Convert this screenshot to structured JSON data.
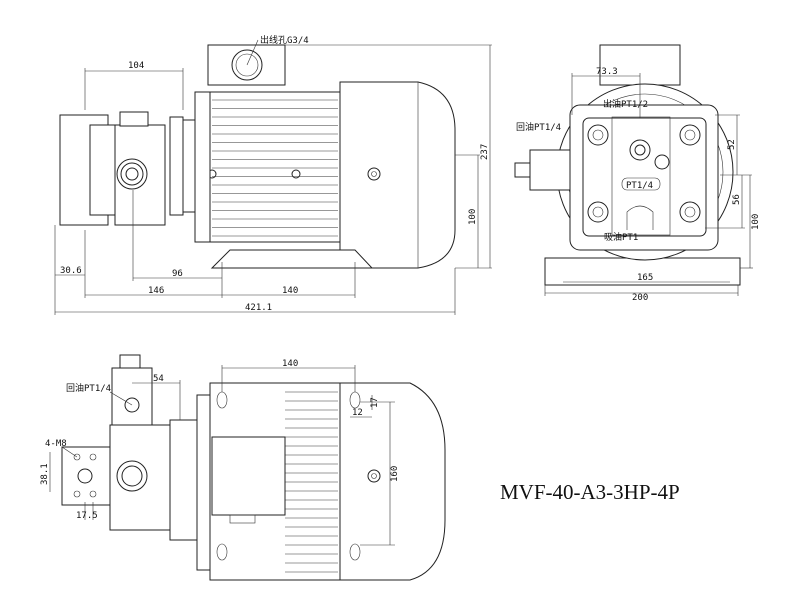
{
  "model": "MVF-40-A3-3HP-4P",
  "side_view": {
    "cable_outlet": "出线孔G3/4",
    "dims": {
      "pump_width": "104",
      "height_total": "237",
      "shaft_height": "100",
      "pump_offset": "30.6",
      "port_to_foot": "96",
      "pump_to_foot": "146",
      "foot_spacing": "140",
      "total_length": "421.1"
    }
  },
  "front_view": {
    "outlet": "出油PT1/2",
    "return": "回油PT1/4",
    "drain": "PT1/4",
    "suction": "吸油PT1",
    "dims": {
      "offset": "73.3",
      "upper": "52",
      "lower": "56",
      "shaft_height": "100",
      "foot_holes": "165",
      "base_width": "200"
    }
  },
  "top_view": {
    "return": "回油PT1/4",
    "bolts": "4-M8",
    "dims": {
      "foot_spacing": "140",
      "port_offset": "54",
      "flange_h": "38.1",
      "flange_w": "17.5",
      "slot_h": "17",
      "slot_w": "12",
      "foot_width": "160"
    }
  }
}
